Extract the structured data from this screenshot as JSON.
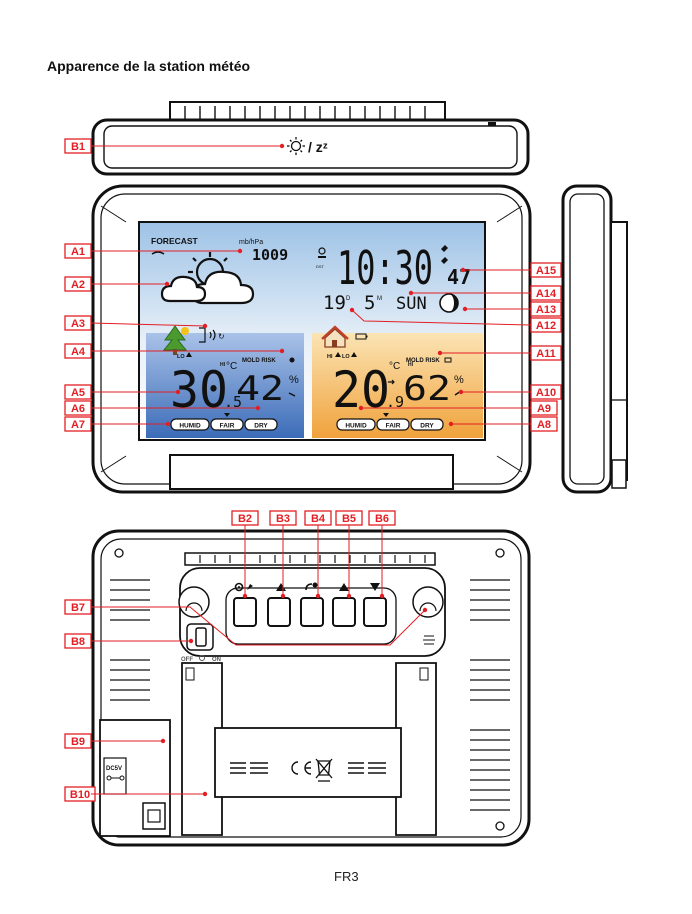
{
  "page": {
    "title": "Apparence de la station météo",
    "footer": "FR3"
  },
  "top_view": {
    "light_sleep_label": "/ zᶻ"
  },
  "lcd": {
    "forecast_label": "FORECAST",
    "pressure_unit": "mb/hPa",
    "pressure_value": "1009",
    "time": "10:30",
    "seconds": "47",
    "date_day": "19",
    "date_day_suffix": "D",
    "date_month": "5",
    "date_month_suffix": "M",
    "weekday": "SUN",
    "indoor": {
      "lo_label": "LO",
      "hi_label": "HI",
      "temp_main": "30",
      "temp_dec": ".5",
      "temp_unit": "°C",
      "humidity": "42",
      "humidity_unit": "%",
      "mold_label": "MOLD RISK",
      "comfort": [
        "HUMID",
        "FAIR",
        "DRY"
      ]
    },
    "outdoor": {
      "lo_label": "LO",
      "hi_label": "HI",
      "temp_main": "20",
      "temp_dec": ".9",
      "temp_unit": "°C",
      "humidity": "62",
      "humidity_unit": "%",
      "mold_label": "MOLD RISK",
      "comfort": [
        "HUMID",
        "FAIR",
        "DRY"
      ]
    }
  },
  "back": {
    "switch_off": "OFF",
    "switch_on": "ON",
    "dc_label": "DC5V"
  },
  "labels": {
    "left": [
      "B1",
      "A1",
      "A2",
      "A3",
      "A4",
      "A5",
      "A6",
      "A7"
    ],
    "right": [
      "A15",
      "A14",
      "A13",
      "A12",
      "A11",
      "A10",
      "A9",
      "A8"
    ],
    "top_buttons": [
      "B2",
      "B3",
      "B4",
      "B5",
      "B6"
    ],
    "back_left": [
      "B7",
      "B8",
      "B9",
      "B10"
    ]
  },
  "colors": {
    "callout": "#e31e24",
    "indoor_panel": "#5b86c7",
    "outdoor_panel": "#f2b04b",
    "outline": "#111111"
  }
}
